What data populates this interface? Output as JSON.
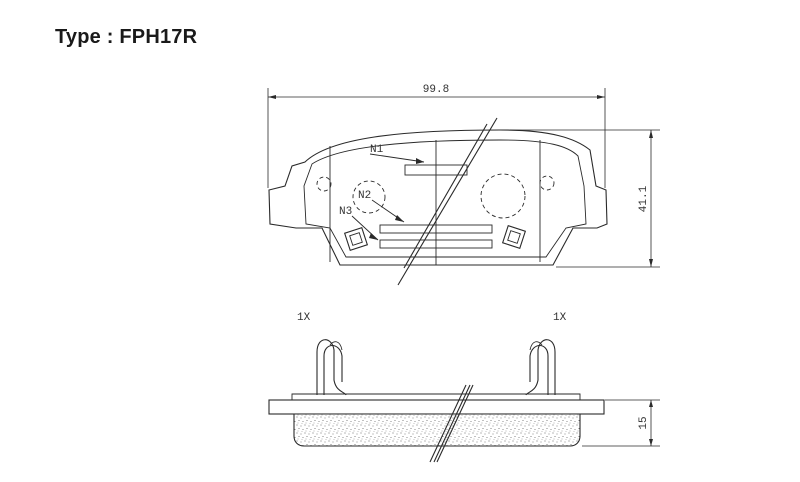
{
  "title": "Type : FPH17R",
  "dimensions": {
    "width": "99.8",
    "height": "41.1",
    "thickness": "15"
  },
  "callouts": {
    "n1": "N1",
    "n2": "N2",
    "n3": "N3"
  },
  "clip_labels": {
    "left": "1X",
    "right": "1X"
  }
}
